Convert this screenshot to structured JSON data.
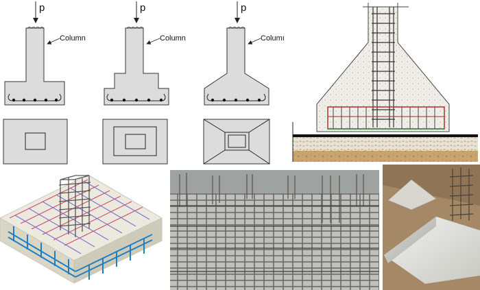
{
  "labels": {
    "load": "p",
    "column": "Column",
    "column_truncated": "Columı"
  },
  "colors": {
    "concrete": "#dcdcdc",
    "outline": "#333333",
    "rebar_red": "#b02020",
    "rebar_blue": "#1f7fc0",
    "soil": "#c8a06a",
    "gravel": "#e6e2d8"
  },
  "icons": {
    "load_arrow": "arrow-down-icon",
    "leader_arrow": "arrow-left-icon"
  }
}
